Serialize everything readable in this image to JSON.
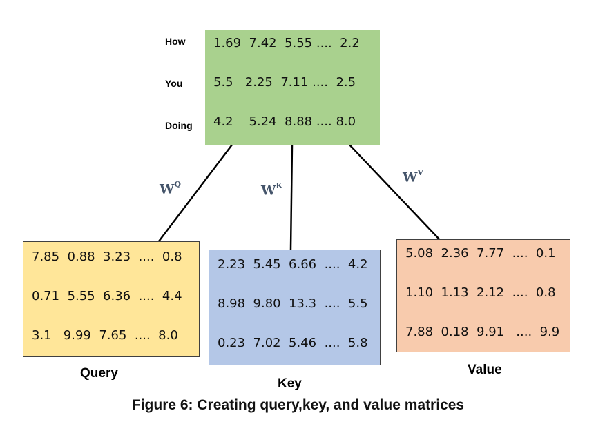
{
  "embedding": {
    "words": [
      "How",
      "You",
      "Doing"
    ],
    "rows": [
      "1.69  7.42  5.55 ....  2.2",
      "5.5   2.25  7.11 ....  2.5",
      "4.2    5.24  8.88 .... 8.0"
    ]
  },
  "weights": {
    "q": {
      "base": "W",
      "sup": "Q"
    },
    "k": {
      "base": "W",
      "sup": "K"
    },
    "v": {
      "base": "W",
      "sup": "V"
    }
  },
  "query": {
    "label": "Query",
    "rows": [
      "7.85  0.88  3.23  ....  0.8",
      "0.71  5.55  6.36  ....  4.4",
      "3.1   9.99  7.65  ....  8.0"
    ]
  },
  "key": {
    "label": "Key",
    "rows": [
      "2.23  5.45  6.66  ....  4.2",
      "8.98  9.80  13.3  ....  5.5",
      "0.23  7.02  5.46  ....  5.8"
    ]
  },
  "value": {
    "label": "Value",
    "rows": [
      "5.08  2.36  7.77  ....  0.1",
      "1.10  1.13  2.12  ....  0.8",
      "7.88  0.18  9.91   ....  9.9"
    ]
  },
  "caption": "Figure 6: Creating query,key, and value matrices",
  "colors": {
    "embedding": "#a9d18e",
    "query": "#ffe699",
    "key": "#b4c7e7",
    "value": "#f8cbad",
    "weight_text": "#44546a"
  }
}
